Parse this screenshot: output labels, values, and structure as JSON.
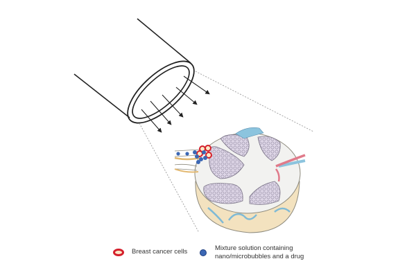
{
  "figure": {
    "description": "Ultrasound transducer probe directing waves onto a lymph node containing breast cancer cells and nano/microbubble drug mixture",
    "colors": {
      "outline": "#222222",
      "dashed_beam": "#999999",
      "node_capsule": "#f3e2bf",
      "node_tissue": "#d9d3e3",
      "lymph_vessel": "#8cc4de",
      "artery": "#e07a8a",
      "cancer_cell_ring": "#d41f2b",
      "bubble_blue": "#3b67b4"
    },
    "arrows_count": 5
  },
  "legend": {
    "items": [
      {
        "icon": "cancer-cell-icon",
        "label": "Breast cancer cells",
        "color": "#d41f2b"
      },
      {
        "icon": "microbubble-icon",
        "label_line1": "Mixture solution containing",
        "label_line2": "nano/microbubbles and a drug",
        "color": "#3b67b4"
      }
    ]
  }
}
